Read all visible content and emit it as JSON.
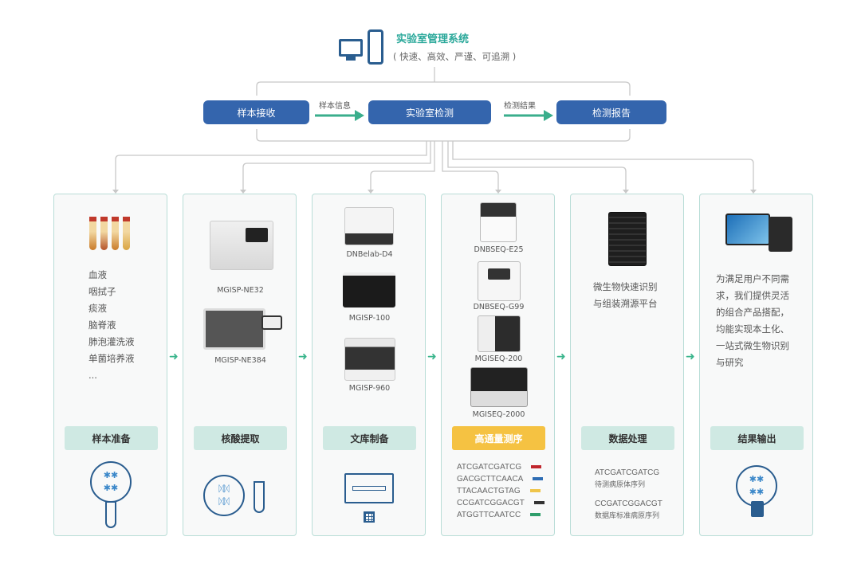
{
  "header": {
    "title": "实验室管理系统",
    "subtitle": "( 快速、高效、严谨、可追溯 )",
    "icon": "computer-server-icon"
  },
  "process": {
    "steps": [
      "样本接收",
      "实验室检测",
      "检测报告"
    ],
    "arrows": [
      "样本信息",
      "检测结果"
    ]
  },
  "columns": [
    {
      "tag": "样本准备",
      "items": [
        "血液",
        "咽拭子",
        "痰液",
        "脑脊液",
        "肺泡灌洗液",
        "单菌培养液",
        "..."
      ]
    },
    {
      "tag": "核酸提取",
      "devices": [
        "MGISP-NE32",
        "MGISP-NE384"
      ]
    },
    {
      "tag": "文库制备",
      "devices": [
        "DNBelab-D4",
        "MGISP-100",
        "MGISP-960"
      ]
    },
    {
      "tag": "高通量测序",
      "devices": [
        "DNBSEQ-E25",
        "DNBSEQ-G99",
        "MGISEQ-200",
        "MGISEQ-2000"
      ],
      "sequences": [
        {
          "seq": "ATCGATCGATCG",
          "color": "#c0262d"
        },
        {
          "seq": "GACGCTTCAACA",
          "color": "#2e6db4"
        },
        {
          "seq": "TTACAACTGTAG",
          "color": "#efc54a"
        },
        {
          "seq": "CCGATCGGACGT",
          "color": "#333333"
        },
        {
          "seq": "ATGGTTCAATCC",
          "color": "#2f9e6b"
        }
      ]
    },
    {
      "tag": "数据处理",
      "desc": [
        "微生物快速识别",
        "与组装溯源平台"
      ],
      "pairs": [
        {
          "seq": "ATCGATCGATCG",
          "label": "待测病原体序列"
        },
        {
          "seq": "CCGATCGGACGT",
          "label": "数据库标准病原序列"
        }
      ]
    },
    {
      "tag": "结果输出",
      "desc": [
        "为满足用户不同需",
        "求，我们提供灵活",
        "的组合产品搭配，",
        "均能实现本土化、",
        "一站式微生物识别",
        "与研究"
      ]
    }
  ]
}
